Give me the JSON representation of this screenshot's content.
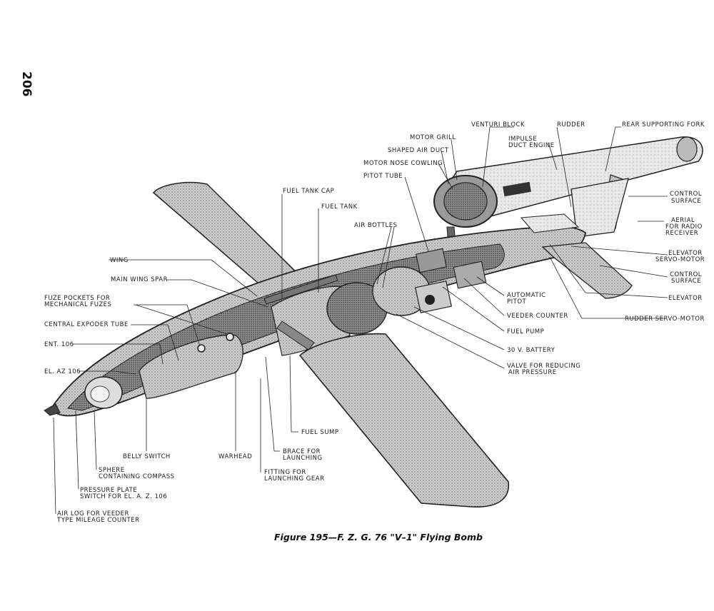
{
  "page_number": "206",
  "caption": "Figure 195—F. Z. G. 76 \"V–1\" Flying Bomb",
  "labels": {
    "venturi_block": "VENTURI BLOCK",
    "rudder": "RUDDER",
    "rear_supporting_fork": "REAR SUPPORTING FORK",
    "motor_grill": "MOTOR GRILL",
    "impulse_duct_engine_1": "IMPULSE",
    "impulse_duct_engine_2": "DUCT ENGINE",
    "shaped_air_duct": "SHAPED AIR DUCT",
    "motor_nose_cowling": "MOTOR NOSE COWLING",
    "pitot_tube": "PITOT TUBE",
    "control_surface_top_1": "CONTROL",
    "control_surface_top_2": "SURFACE",
    "aerial_1": "AERIAL",
    "aerial_2": "FOR RADIO",
    "aerial_3": "RECEIVER",
    "fuel_tank_cap": "FUEL TANK CAP",
    "fuel_tank": "FUEL TANK",
    "air_bottles": "AIR BOTTLES",
    "elevator_servo_1": "ELEVATOR",
    "elevator_servo_2": "SERVO-MOTOR",
    "control_surface_mid_1": "CONTROL",
    "control_surface_mid_2": "SURFACE",
    "elevator": "ELEVATOR",
    "rudder_servo_motor": "RUDDER SERVO-MOTOR",
    "wing": "WING",
    "main_wing_spar": "MAIN WING SPAR",
    "automatic_pitot_1": "AUTOMATIC",
    "automatic_pitot_2": "PITOT",
    "veeder_counter": "VEEDER COUNTER",
    "fuel_pump": "FUEL PUMP",
    "battery": "30 V. BATTERY",
    "valve_1": "VALVE FOR REDUCING",
    "valve_2": "AIR PRESSURE",
    "fuze_pockets_1": "FUZE POCKETS FOR",
    "fuze_pockets_2": "MECHANICAL FUZES",
    "central_exploder_tube": "CENTRAL EXPODER TUBE",
    "ent_106": "ENT. 106",
    "el_az_106": "EL. AZ 106",
    "fuel_sump": "FUEL SUMP",
    "belly_switch": "BELLY SWITCH",
    "warhead": "WARHEAD",
    "brace_1": "BRACE FOR",
    "brace_2": "LAUNCHING",
    "fitting_1": "FITTING FOR",
    "fitting_2": "LAUNCHING GEAR",
    "sphere_1": "SPHERE",
    "sphere_2": "CONTAINING COMPASS",
    "pressure_plate_1": "PRESSURE PLATE",
    "pressure_plate_2": "SWITCH FOR EL. A. Z. 106",
    "air_log_1": "AIR LOG FOR VEEDER",
    "air_log_2": "TYPE MILEAGE COUNTER"
  }
}
